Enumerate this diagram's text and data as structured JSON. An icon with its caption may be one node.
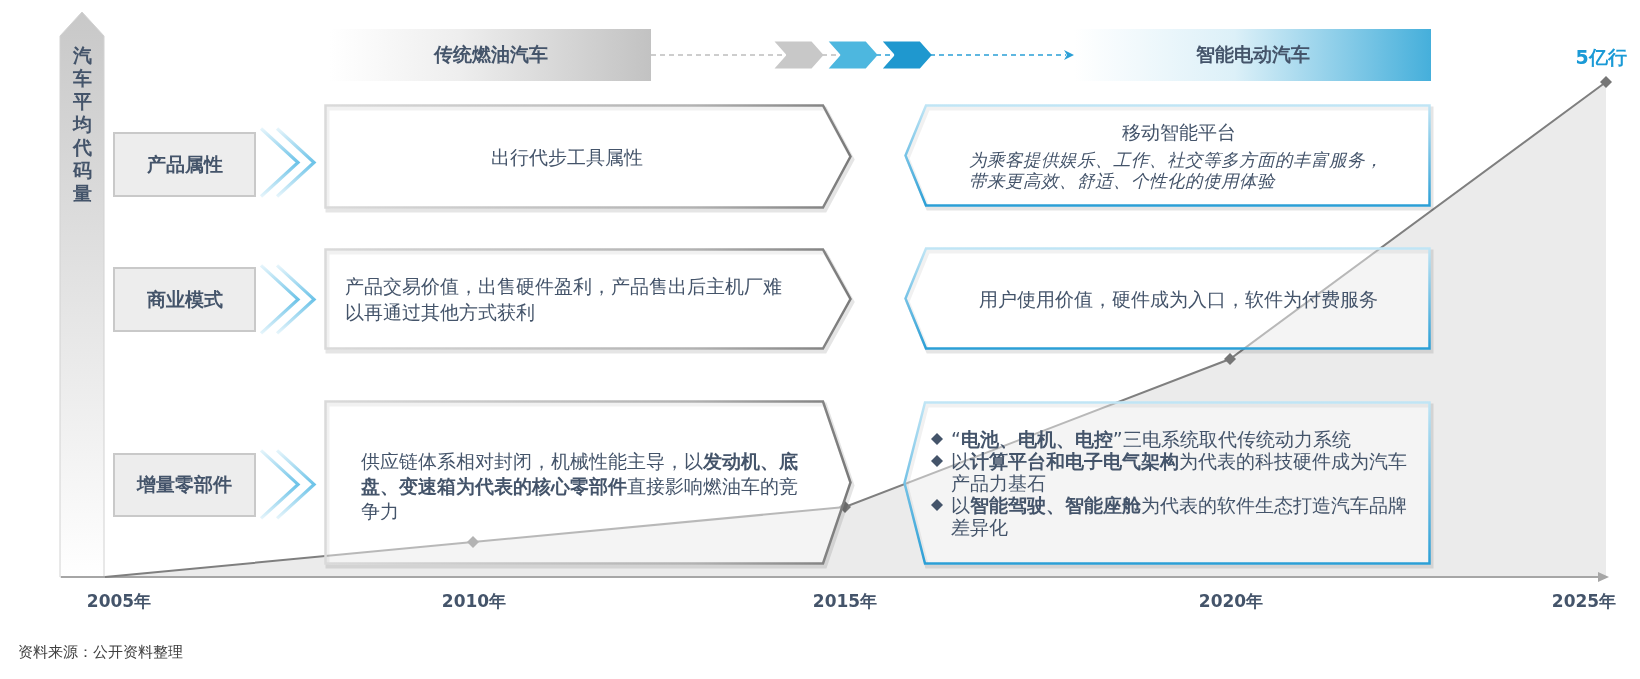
{
  "diagram": {
    "nodes": [
      {
        "text": [
          "传统燃油汽车"
        ]
      },
      {
        "text": [
          "智能电动汽车"
        ]
      },
      {
        "text": [
          "产品属性"
        ]
      },
      {
        "text": [
          "出行代步工具属性"
        ]
      },
      {
        "text": [
          "移动智能平台",
          "为乘客提供娱乐、工作、社交等多方面的丰富服务，带来更高效、舒适、个性化的使用体验"
        ]
      },
      {
        "text": [
          "商业模式"
        ]
      },
      {
        "text": [
          "产品交易价值，出售硬件盈利，产品售出后主机厂难以再通过其他方式获利"
        ]
      },
      {
        "text": [
          "用户使用价值，硬件成为入口，软件为付费服务"
        ]
      },
      {
        "text": [
          "增量零部件"
        ]
      },
      {
        "text": [
          "供应链体系相对封闭，机械性能主导，以**发动机、底盘、变速箱为代表的核心零部件**直接影响燃油车的竞争力"
        ]
      },
      {
        "text": [
          "“**电池、电机、电控**”三电系统取代传统动力系统",
          "以**计算平台和电子电气架构**为代表的科技硬件成为汽车产品力基石",
          "以**智能驾驶、智能座舱**为代表的软件生态打造汽车品牌差异化"
        ]
      }
    ],
    "edges": [
      {
        "from": 0,
        "to": 1,
        "arrow": "to",
        "style": "dashed"
      },
      {
        "from": 2,
        "to": 3,
        "arrow": "to"
      },
      {
        "from": 5,
        "to": 6,
        "arrow": "to"
      },
      {
        "from": 8,
        "to": 9,
        "arrow": "to"
      }
    ],
    "labels": [
      "汽车平均代码量",
      "5亿行",
      "2005年",
      "2010年",
      "2015年",
      "2020年",
      "2025年"
    ],
    "caption": "资料来源：公开资料整理"
  }
}
